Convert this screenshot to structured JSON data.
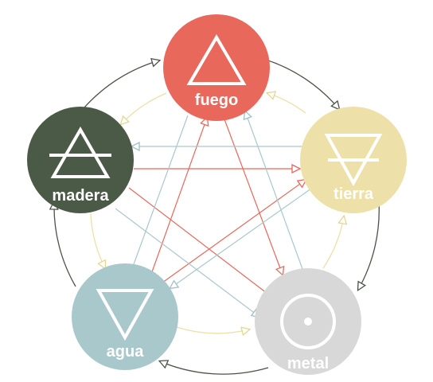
{
  "diagram": {
    "title": "",
    "nodes": {
      "fuego": {
        "label": "fuego",
        "color": "#e8685c",
        "symbol": "fire-triangle-icon"
      },
      "tierra": {
        "label": "tierra",
        "color": "#ede0a8",
        "symbol": "earth-triangle-icon"
      },
      "metal": {
        "label": "metal",
        "color": "#d8d8d8",
        "symbol": "metal-circle-icon"
      },
      "agua": {
        "label": "agua",
        "color": "#a9c8cc",
        "symbol": "water-triangle-icon"
      },
      "madera": {
        "label": "madera",
        "color": "#4b5a46",
        "symbol": "wood-triangle-icon"
      }
    },
    "edges": {
      "generating_outer": {
        "color": "#4a5246",
        "cycle": [
          "fuego",
          "tierra",
          "metal",
          "agua",
          "madera",
          "fuego"
        ]
      },
      "generating_inner": {
        "color": "#ede0a8",
        "cycle": [
          "madera",
          "agua",
          "metal",
          "tierra",
          "fuego",
          "madera"
        ]
      },
      "controlling_red": {
        "color": "#e8685c",
        "pairs": [
          [
            "agua",
            "fuego"
          ],
          [
            "agua",
            "tierra"
          ],
          [
            "madera",
            "tierra"
          ],
          [
            "madera",
            "metal"
          ],
          [
            "fuego",
            "metal"
          ]
        ]
      },
      "controlling_blue": {
        "color": "#a9c8cc",
        "pairs": [
          [
            "metal",
            "fuego"
          ],
          [
            "tierra",
            "madera"
          ],
          [
            "tierra",
            "agua"
          ],
          [
            "fuego",
            "agua"
          ],
          [
            "madera",
            "metal"
          ]
        ]
      }
    }
  }
}
